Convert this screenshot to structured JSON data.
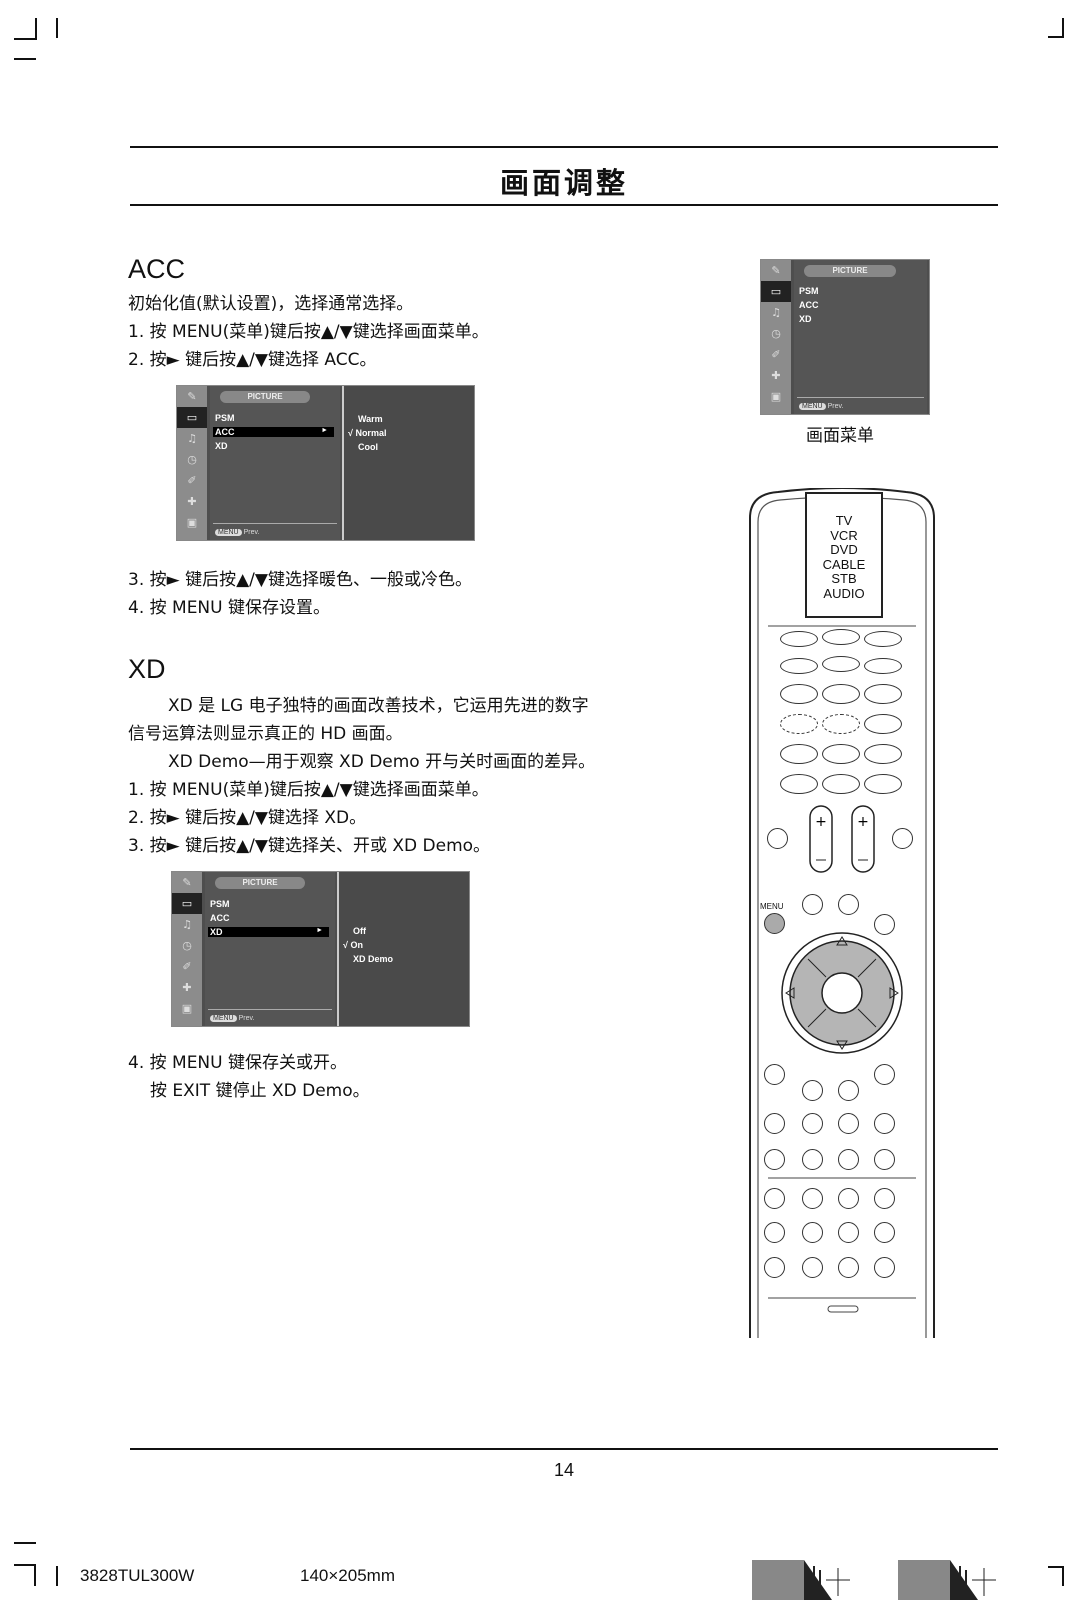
{
  "page_title": "画面调整",
  "acc": {
    "heading": "ACC",
    "intro": "初始化值(默认设置)，选择通常选择。",
    "step1": "1. 按 MENU(菜单)键后按▲/▼键选择画面菜单。",
    "step2": "2. 按► 键后按▲/▼键选择 ACC。",
    "step3": "3. 按► 键后按▲/▼键选择暖色、一般或冷色。",
    "step4": "4. 按 MENU 键保存设置。",
    "menu": {
      "title": "PICTURE",
      "items": [
        "PSM",
        "ACC",
        "XD"
      ],
      "options": [
        "Warm",
        "√ Normal",
        "Cool"
      ],
      "arrow": "►",
      "footer_key": "MENU",
      "footer_label": "Prev."
    }
  },
  "xd": {
    "heading": "XD",
    "para1a": "XD 是 LG 电子独特的画面改善技术，它运用先进的数字",
    "para1b": "信号运算法则显示真正的 HD 画面。",
    "para2": "XD Demo—用于观察 XD Demo 开与关时画面的差异。",
    "step1": "1. 按 MENU(菜单)键后按▲/▼键选择画面菜单。",
    "step2": "2. 按► 键后按▲/▼键选择 XD。",
    "step3": "3. 按► 键后按▲/▼键选择关、开或 XD Demo。",
    "step4": "4. 按 MENU 键保存关或开。",
    "step4b": "按 EXIT 键停止 XD Demo。",
    "menu": {
      "title": "PICTURE",
      "items": [
        "PSM",
        "ACC",
        "XD"
      ],
      "options": [
        "Off",
        "√ On",
        "XD Demo"
      ],
      "arrow": "►",
      "footer_key": "MENU",
      "footer_label": "Prev."
    }
  },
  "side_menu": {
    "title": "PICTURE",
    "items": [
      "PSM",
      "ACC",
      "XD"
    ],
    "footer_key": "MENU",
    "footer_label": "Prev.",
    "caption": "画面菜单"
  },
  "remote": {
    "sources": [
      "TV",
      "VCR",
      "DVD",
      "CABLE",
      "STB",
      "AUDIO"
    ],
    "menu_label": "MENU"
  },
  "page_number": "14",
  "footer": {
    "code": "3828TUL300W",
    "size": "140×205mm"
  }
}
